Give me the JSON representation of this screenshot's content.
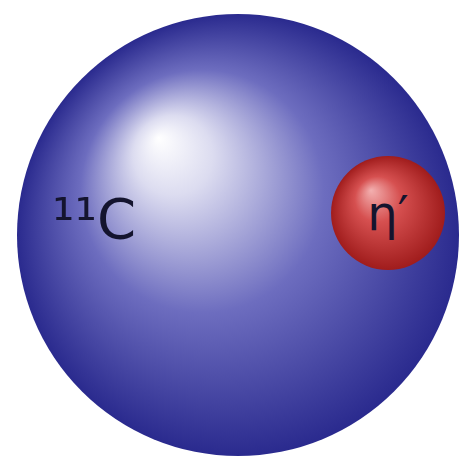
{
  "diagram": {
    "nodes": [
      {
        "text": [
          "¹¹C"
        ]
      },
      {
        "text": [
          "η′"
        ],
        "in": 0
      }
    ]
  }
}
